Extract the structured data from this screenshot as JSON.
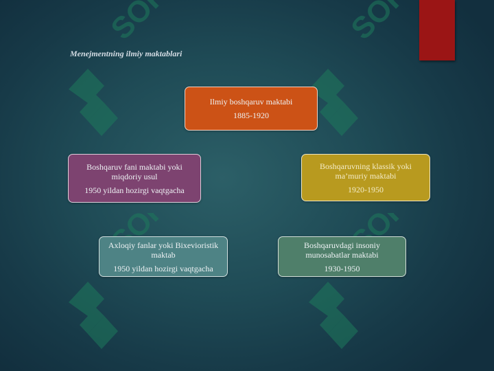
{
  "slide": {
    "title": "Menejmentning ilmiy maktablari",
    "colors": {
      "background": "#1f4b56",
      "accent_bar": "#9b1515",
      "watermark": "#1e7a5c"
    }
  },
  "boxes": [
    {
      "id": "ilmiy",
      "name": "Ilmiy boshqaruv maktabi",
      "years": "1885-1920",
      "color": "#cc5216"
    },
    {
      "id": "fani",
      "name": "Boshqaruv fani maktabi yoki miqdoriy usul",
      "years": "1950 yildan hozirgi vaqtgacha",
      "color": "#7d4370"
    },
    {
      "id": "klassik",
      "name": "Boshqaruvning klassik yoki ma’muriy maktabi",
      "years": "1920-1950",
      "color": "#b89a1f"
    },
    {
      "id": "axloqiy",
      "name": "Axloqiy fanlar yoki Bixevioristik maktab",
      "years": "1950 yildan hozirgi vaqtgacha",
      "color": "#4e8385"
    },
    {
      "id": "insoniy",
      "name": "Boshqaruvdagi insoniy munosabatlar maktabi",
      "years": "1930-1950",
      "color": "#4f7f6a"
    }
  ],
  "watermark": {
    "text": "SOFT",
    "icon": "soft-logo-icon"
  }
}
